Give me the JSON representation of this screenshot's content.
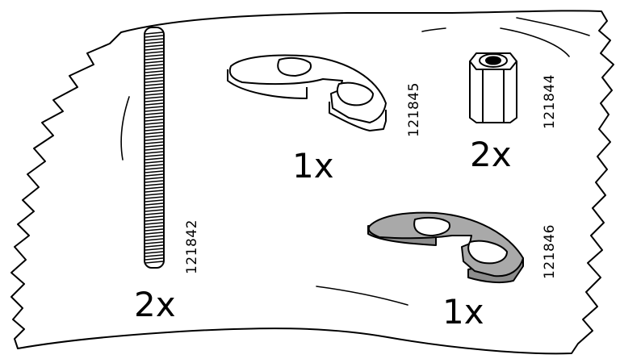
{
  "parts": [
    {
      "id": "rod",
      "part_number": "121842",
      "quantity": "2x"
    },
    {
      "id": "bracket",
      "part_number": "121845",
      "quantity": "1x"
    },
    {
      "id": "hex-nut",
      "part_number": "121844",
      "quantity": "2x"
    },
    {
      "id": "gray-plate",
      "part_number": "121846",
      "quantity": "1x"
    }
  ],
  "colors": {
    "outline": "#000000",
    "paper": "#ffffff",
    "gray_plate_fill": "#a9a9a9"
  }
}
